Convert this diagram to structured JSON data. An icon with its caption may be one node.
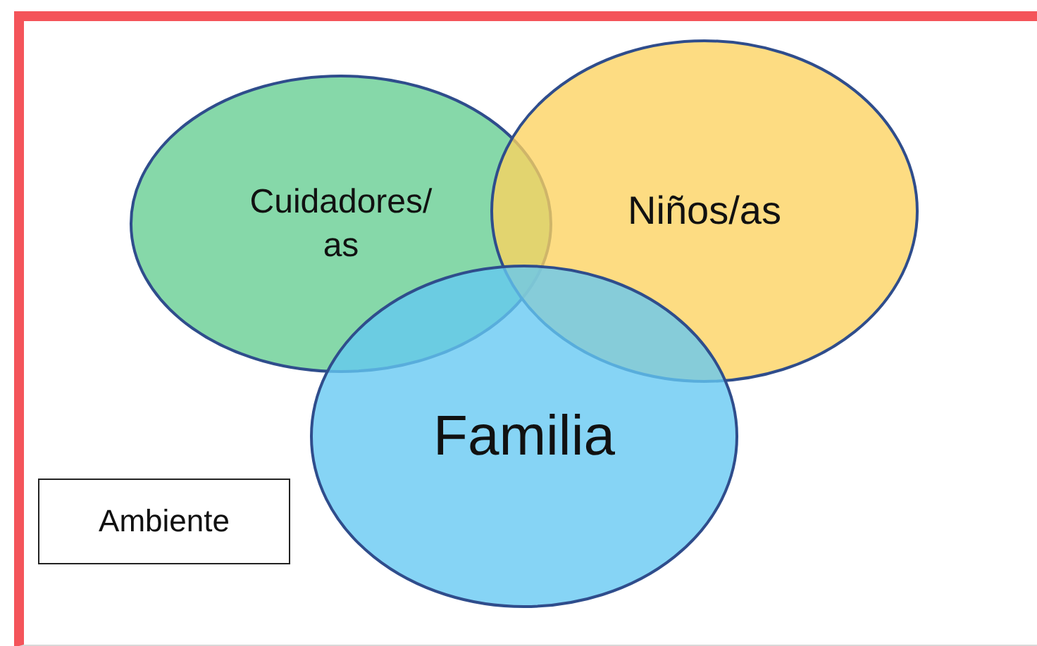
{
  "diagram": {
    "nodes": [
      {
        "text": [],
        "shape": "box"
      },
      {
        "text": [
          "Cuidadores/ as"
        ],
        "in": 0
      },
      {
        "text": [
          "Niños/as"
        ],
        "in": 0
      },
      {
        "text": [
          "Familia"
        ],
        "in": 0
      },
      {
        "text": [
          "Ambiente"
        ],
        "in": 0
      }
    ],
    "edges": []
  }
}
